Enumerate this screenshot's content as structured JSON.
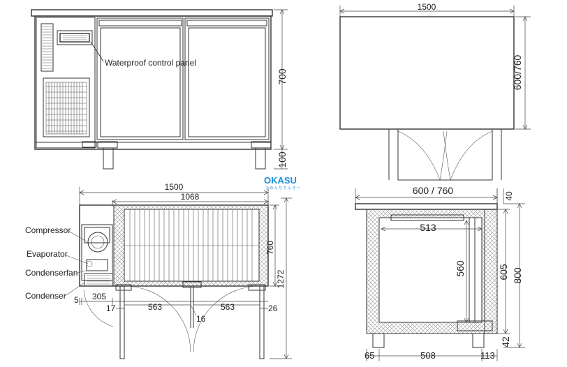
{
  "front_view": {
    "callout": "Waterproof control panel",
    "dims": {
      "height": "700",
      "legs": "100"
    }
  },
  "top_right_view": {
    "dims": {
      "width": "1500",
      "depth": "600/760"
    }
  },
  "plan_view": {
    "dims": {
      "width": "1500",
      "inner": "1068",
      "depth": "760",
      "total_depth": "1272",
      "left_small": "5",
      "left_comp": "305",
      "gap_left": "17",
      "door1": "563",
      "gap_mid": "16",
      "door2": "563",
      "gap_right": "26"
    },
    "labels": {
      "compressor": "Compressor",
      "evaporator": "Evaporator",
      "condenserfan": "Condenserfan",
      "condenser": "Condenser"
    }
  },
  "side_view": {
    "dims": {
      "top": "600 / 760",
      "top_small": "40",
      "shelf": "513",
      "inner_h": "560",
      "door_h": "605",
      "total_h": "800",
      "leg_h": "42",
      "bottom_left": "65",
      "bottom_mid": "508",
      "bottom_right": "113"
    }
  },
  "logo": {
    "name": "OKASU",
    "tagline": "こ の ん ち で ん き ー"
  },
  "colors": {
    "line": "#333333",
    "logo": "#1a8fd8"
  }
}
